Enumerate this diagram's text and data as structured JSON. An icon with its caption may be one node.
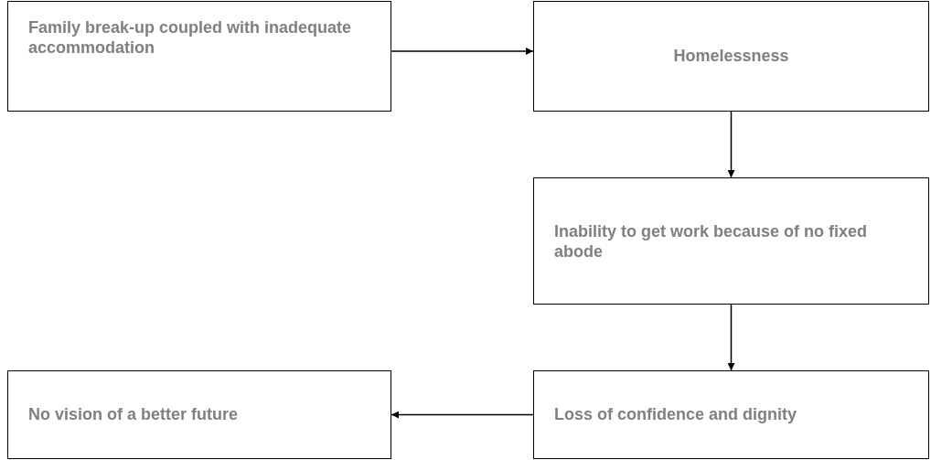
{
  "diagram": {
    "nodes": [
      {
        "text": [
          "Family break-up coupled with inadequate accommodation"
        ]
      },
      {
        "text": [
          "Homelessness"
        ]
      },
      {
        "text": [
          "Inability to get work because of no fixed abode"
        ]
      },
      {
        "text": [
          "No vision of a better future"
        ]
      },
      {
        "text": [
          "Loss of confidence and dignity"
        ]
      }
    ],
    "edges": [
      {
        "from": 0,
        "to": 1,
        "arrow": "to"
      },
      {
        "from": 1,
        "to": 2,
        "arrow": "to"
      },
      {
        "from": 2,
        "to": 4,
        "arrow": "to"
      },
      {
        "from": 4,
        "to": 3,
        "arrow": "to"
      }
    ]
  }
}
